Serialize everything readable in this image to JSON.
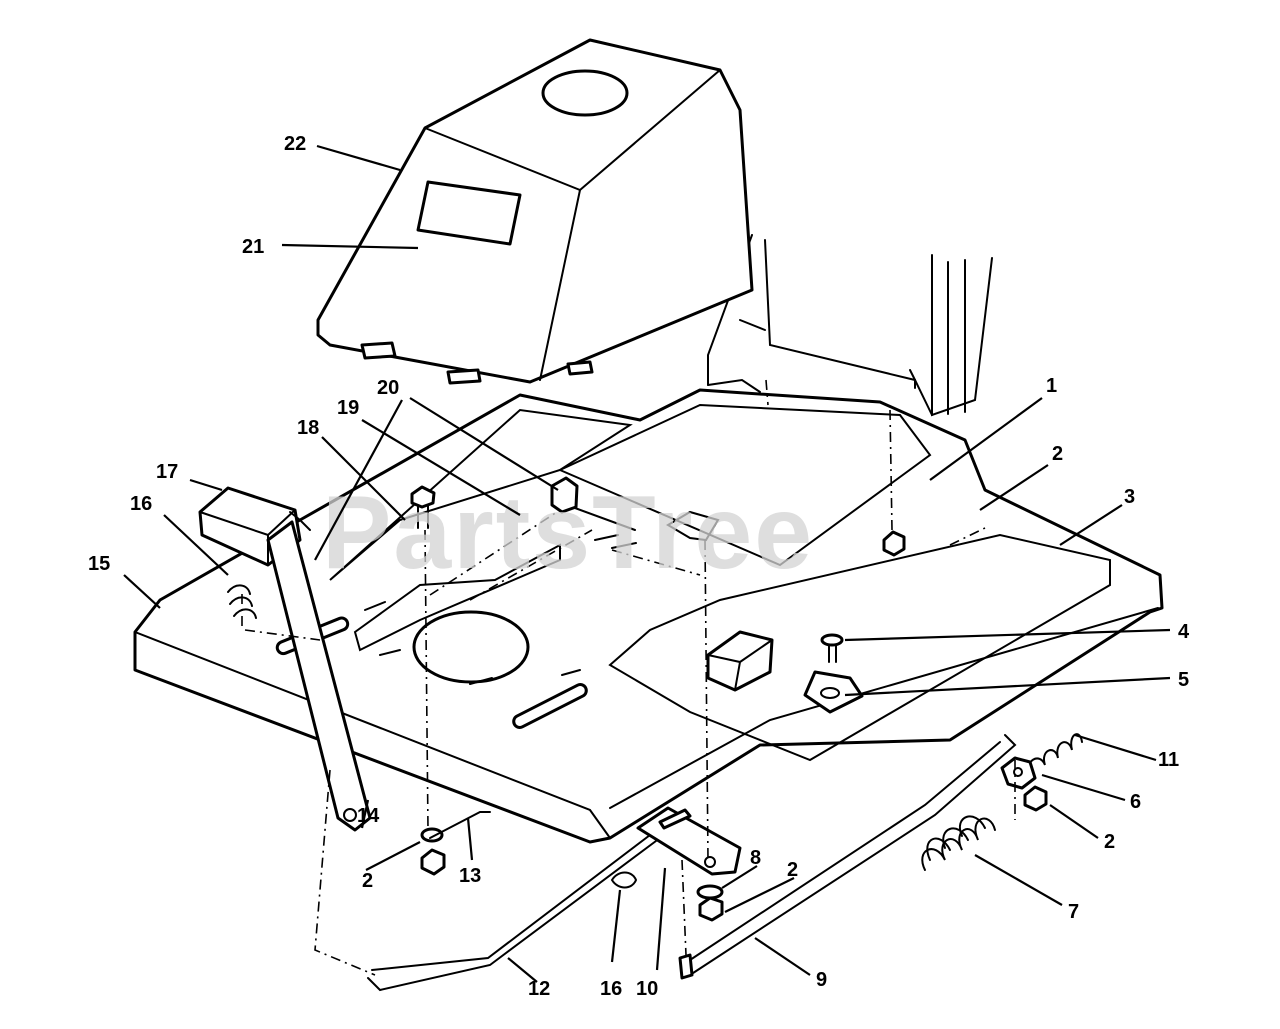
{
  "watermark": "PartsTree",
  "callouts": [
    "1",
    "2",
    "2",
    "2",
    "2",
    "3",
    "4",
    "5",
    "6",
    "7",
    "8",
    "9",
    "10",
    "11",
    "12",
    "13",
    "14",
    "15",
    "16",
    "16",
    "17",
    "18",
    "19",
    "20",
    "21",
    "22"
  ]
}
